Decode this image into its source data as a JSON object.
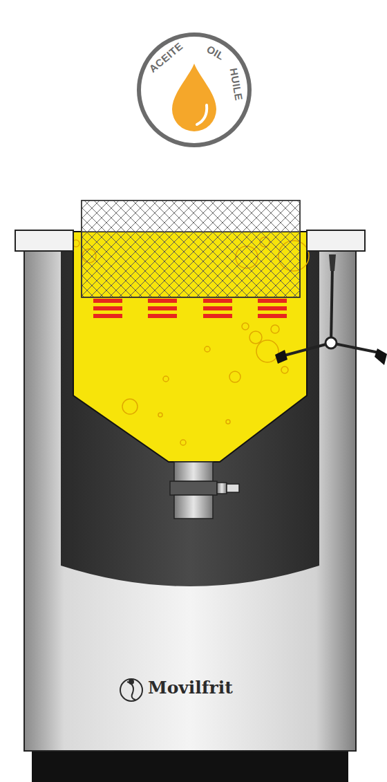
{
  "diagram": {
    "nodes": [
      {
        "text": [
          "ACEITE",
          "OIL",
          "HUILE"
        ]
      }
    ],
    "labels": [
      "Movilfrit"
    ]
  }
}
